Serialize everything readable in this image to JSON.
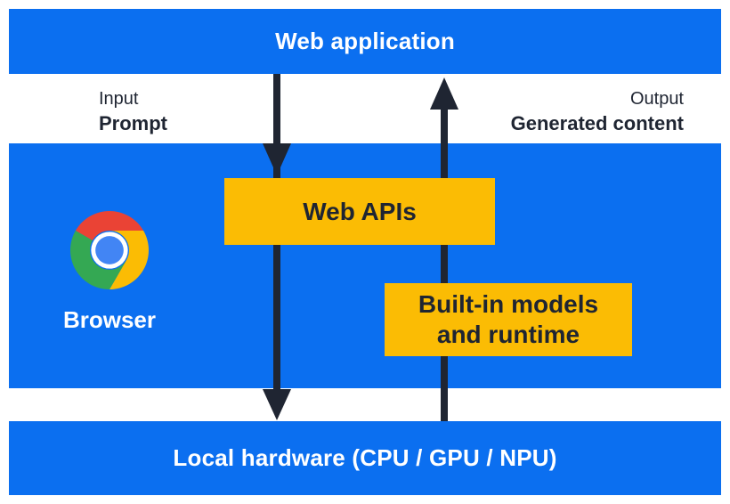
{
  "top_bar": {
    "label": "Web application"
  },
  "io": {
    "input_title": "Input",
    "input_value": "Prompt",
    "output_title": "Output",
    "output_value": "Generated content"
  },
  "middle": {
    "browser_label": "Browser",
    "web_apis_label": "Web APIs",
    "builtin_line1": "Built-in models",
    "builtin_line2": "and runtime"
  },
  "bottom_bar": {
    "label": "Local hardware (CPU / GPU / NPU)"
  },
  "icons": {
    "chrome_icon": "chrome-browser-logo",
    "down_arrow": "downward-flow-arrow",
    "up_arrow": "upward-flow-arrow"
  },
  "colors": {
    "blue": "#0b6ff0",
    "navy": "#1f2532",
    "yellow": "#fbbc04",
    "white": "#ffffff",
    "chrome_red": "#ea4335",
    "chrome_yellow": "#fbbc04",
    "chrome_green": "#34a853",
    "chrome_blue": "#4285f4"
  }
}
